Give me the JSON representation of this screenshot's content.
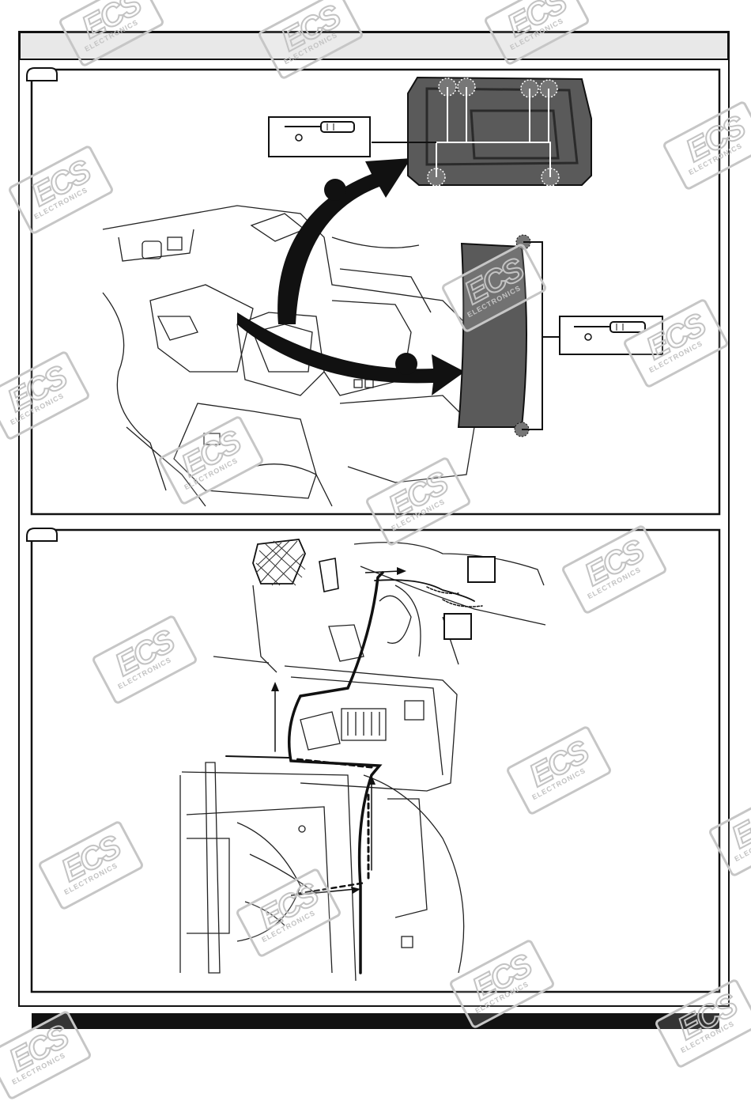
{
  "watermark": {
    "logo_text": "ECS",
    "sub_text": "ELECTRONICS",
    "positions": [
      {
        "id": "wm1"
      },
      {
        "id": "wm2"
      },
      {
        "id": "wm3"
      },
      {
        "id": "wm4"
      },
      {
        "id": "wm5"
      },
      {
        "id": "wm6"
      },
      {
        "id": "wm7"
      },
      {
        "id": "wm8"
      },
      {
        "id": "wm9"
      },
      {
        "id": "wm10"
      },
      {
        "id": "wm11"
      },
      {
        "id": "wm12"
      },
      {
        "id": "wm13"
      },
      {
        "id": "wm14"
      }
    ]
  },
  "steps": {
    "one": {
      "marker_1": "",
      "marker_2": ""
    },
    "two": {
      "label_a": "",
      "label_b": ""
    }
  },
  "colors": {
    "panel_fill": "#5a5a5a",
    "line": "#1a1a1a",
    "header_bg": "#e8e8e8",
    "footer_bar": "#111111",
    "watermark": "#c3c3c3"
  },
  "icons": {
    "screwdriver": "screwdriver-icon",
    "torx": "torx-bit-icon"
  }
}
